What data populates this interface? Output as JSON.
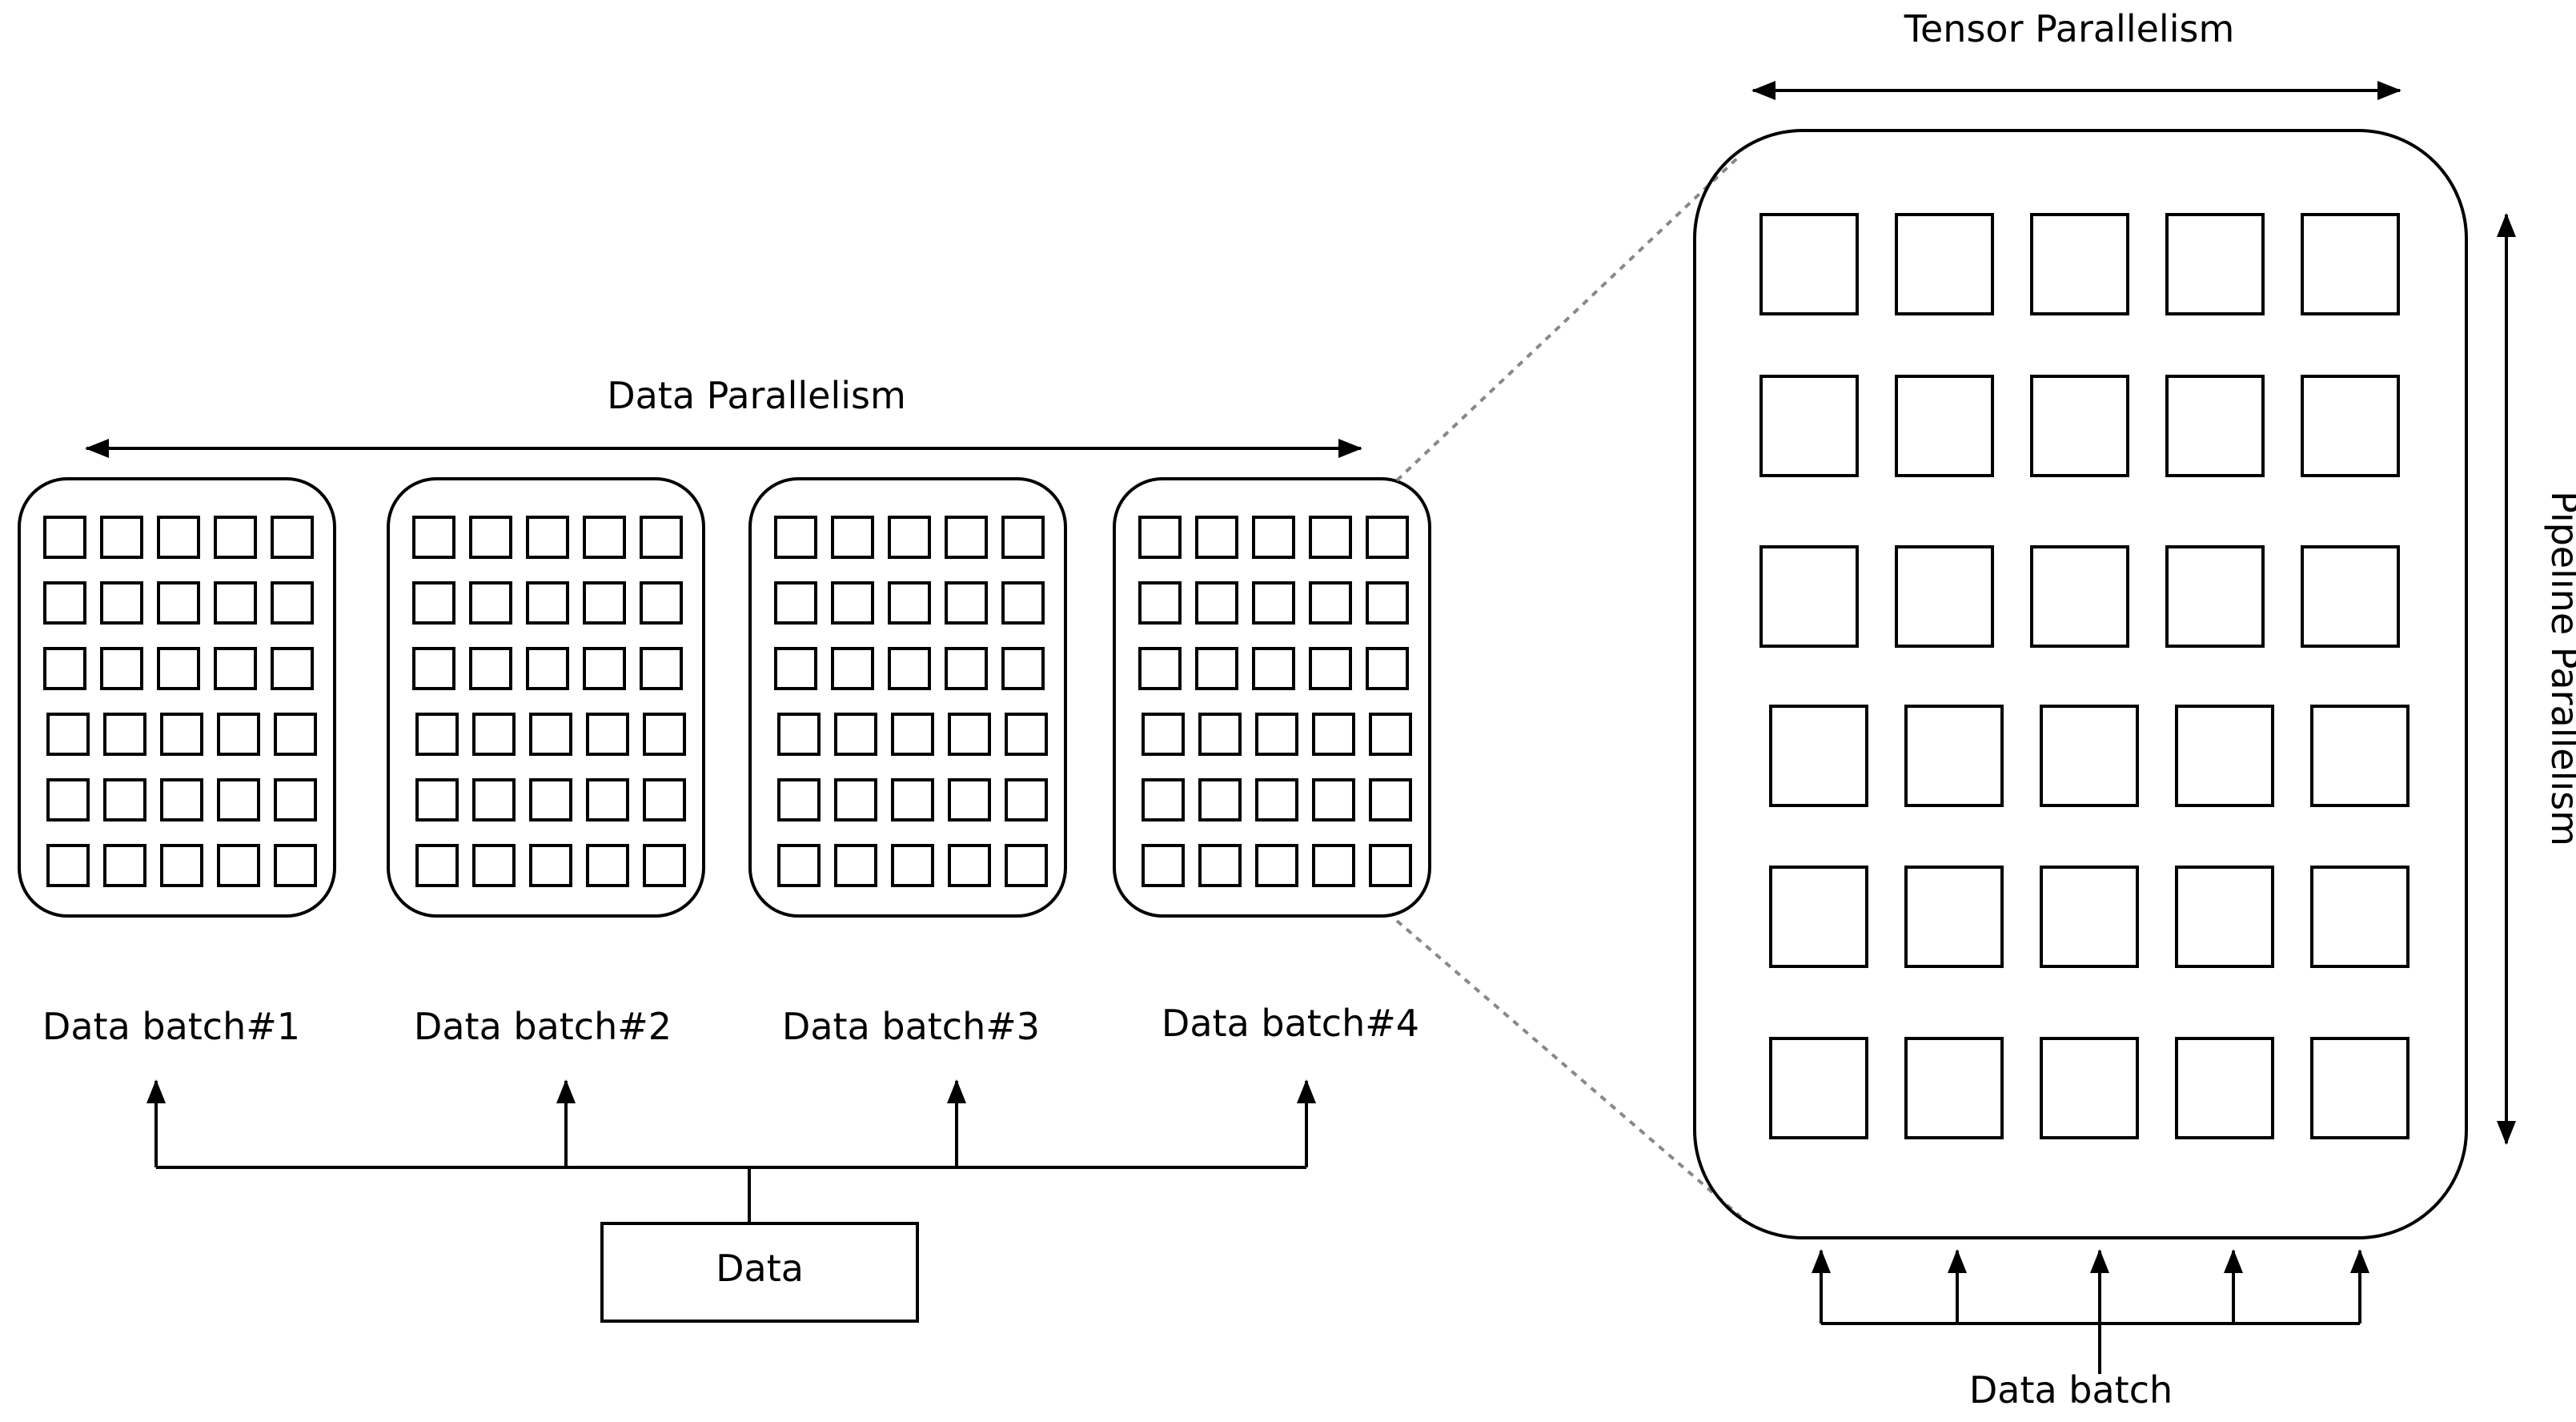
{
  "labels": {
    "data_parallelism": "Data Parallelism",
    "tensor_parallelism": "Tensor Parallelism",
    "pipeline_parallelism": "Pipeline Parallelism",
    "data_box": "Data",
    "data_batch": "Data batch"
  },
  "batches": [
    {
      "label": "Data batch#1"
    },
    {
      "label": "Data batch#2"
    },
    {
      "label": "Data batch#3"
    },
    {
      "label": "Data batch#4"
    }
  ],
  "grids": {
    "small_grid": {
      "rows": 6,
      "cols": 5
    },
    "large_grid": {
      "rows": 6,
      "cols": 5
    }
  },
  "colors": {
    "stroke": "#000000",
    "dashed_connector": "#888888",
    "background": "#ffffff"
  }
}
